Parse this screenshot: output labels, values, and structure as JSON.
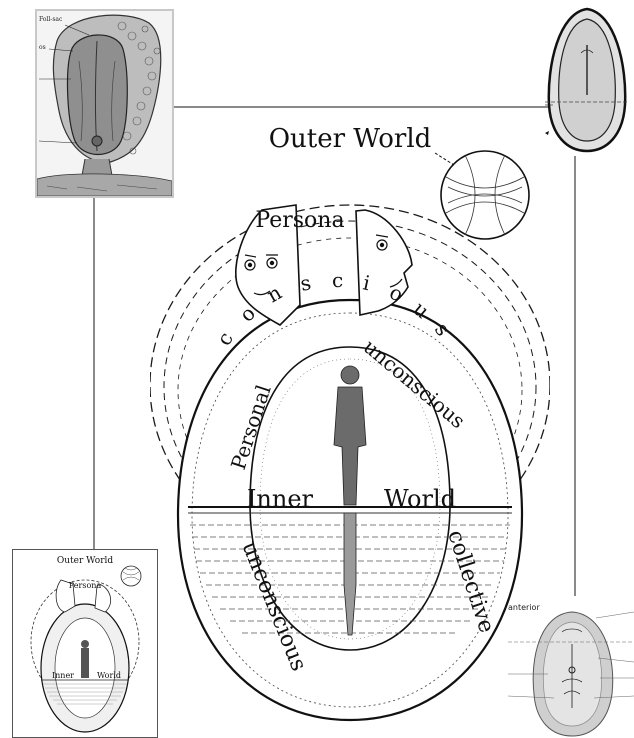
{
  "diagram": {
    "outer_world": "Outer World",
    "persona": "Persona",
    "conscious_letters": [
      "c",
      "o",
      "n",
      "s",
      "c",
      "i",
      "o",
      "u",
      "s"
    ],
    "personal": "Personal",
    "unconscious_right": "unconscious",
    "inner": "Inner",
    "world": "World",
    "unconscious_bottom": "unconscious",
    "collective": "collective"
  },
  "thumbnail_top_left": {
    "label_1": "Foll-sac",
    "label_2": "os"
  },
  "thumbnail_bottom_right": {
    "label": "anterior"
  },
  "thumbnail_bottom_left": {
    "outer_world": "Outer World",
    "persona": "Persona",
    "inner": "Inner",
    "world": "World"
  },
  "colors": {
    "ink": "#1a1a1a",
    "frame_light": "#c8c8c8",
    "connector": "#8a8a8a"
  }
}
